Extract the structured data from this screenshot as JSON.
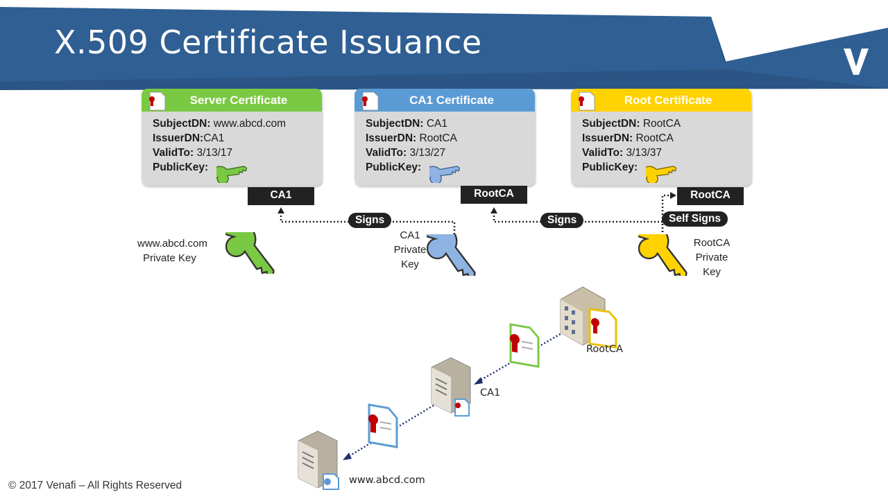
{
  "slide": {
    "title": "X.509 Certificate Issuance",
    "footer": "© 2017 Venafi – All Rights Reserved",
    "logo_letter": "V"
  },
  "cards": {
    "server": {
      "title": "Server Certificate",
      "subject_label": "SubjectDN:",
      "subject_value": "www.abcd.com",
      "issuer_label": "IssuerDN:",
      "issuer_value": "CA1",
      "valid_label": "ValidTo:",
      "valid_value": "3/13/17",
      "pubkey_label": "PublicKey:",
      "issuer_tag": "CA1",
      "color": "#7ac943"
    },
    "ca1": {
      "title": "CA1 Certificate",
      "subject_label": "SubjectDN:",
      "subject_value": "CA1",
      "issuer_label": "IssuerDN:",
      "issuer_value": "RootCA",
      "valid_label": "ValidTo:",
      "valid_value": "3/13/27",
      "pubkey_label": "PublicKey:",
      "issuer_tag": "RootCA",
      "color": "#5b9bd5"
    },
    "root": {
      "title": "Root Certificate",
      "subject_label": "SubjectDN:",
      "subject_value": "RootCA",
      "issuer_label": "IssuerDN:",
      "issuer_value": "RootCA",
      "valid_label": "ValidTo:",
      "valid_value": "3/13/37",
      "pubkey_label": "PublicKey:",
      "issuer_tag": "RootCA",
      "color": "#ffd200"
    }
  },
  "signing": {
    "signs_1": "Signs",
    "signs_2": "Signs",
    "self_signs": "Self Signs"
  },
  "keys": {
    "server_key_line1": "www.abcd.com",
    "server_key_line2": "Private Key",
    "ca1_key_line1": "CA1",
    "ca1_key_line2": "Private",
    "ca1_key_line3": "Key",
    "root_key_line1": "RootCA",
    "root_key_line2": "Private",
    "root_key_line3": "Key"
  },
  "chain": {
    "root_label": "RootCA",
    "ca1_label": "CA1",
    "server_label": "www.abcd.com"
  },
  "colors": {
    "banner_dark": "#1f4e79",
    "banner": "#2f5f93",
    "green": "#7ac943",
    "blue": "#5b9bd5",
    "yellow": "#ffd200",
    "dotted_arrow": "#1f2f6b"
  }
}
